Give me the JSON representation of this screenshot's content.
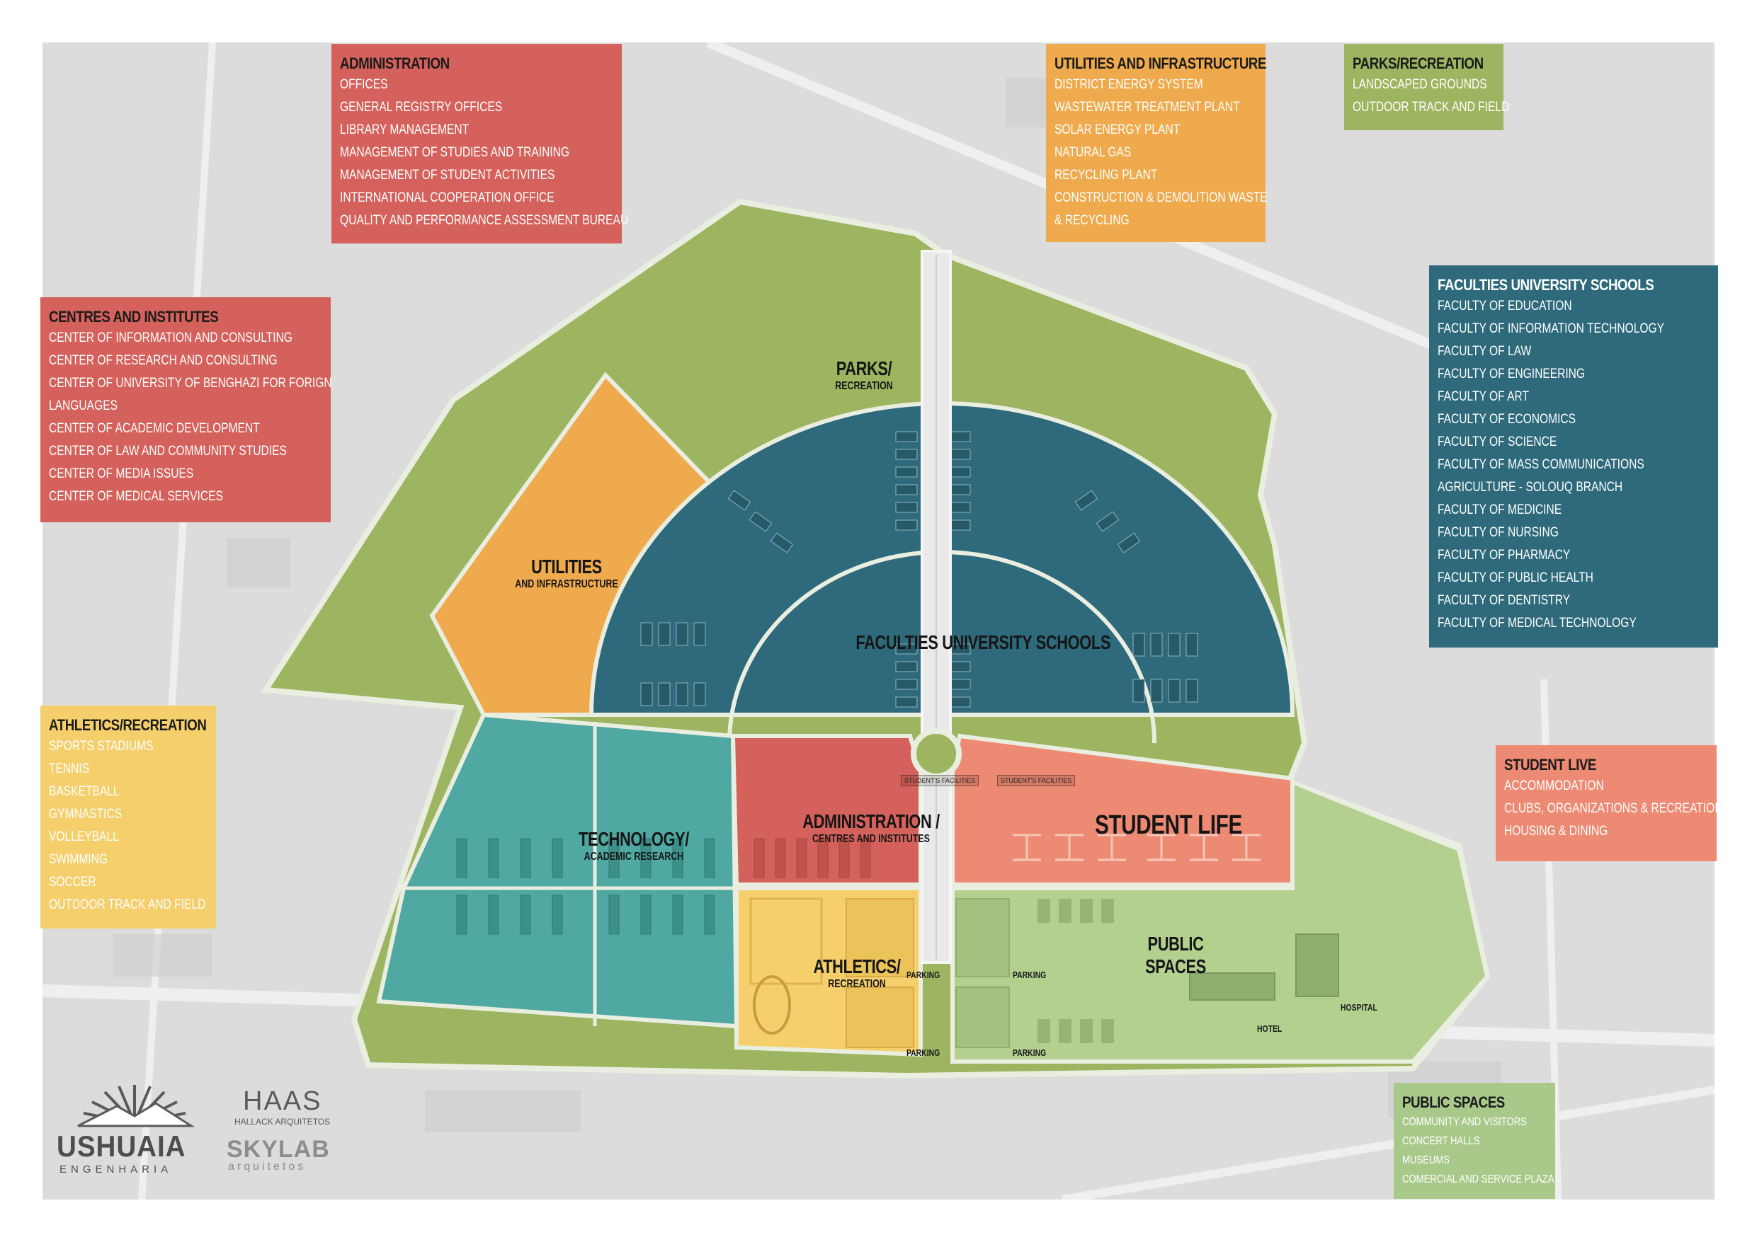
{
  "colors": {
    "admin_red": "#d4615b",
    "utilities_orange": "#efaa4e",
    "parks_green": "#9db560",
    "faculties_blue": "#2e6a7b",
    "student_life_salmon": "#ed8a73",
    "athletics_yellow": "#f5cf6c",
    "technology_teal": "#4fa8a1",
    "public_spaces_green": "#b3d08f",
    "legend_green": "#9db560",
    "legend_public": "#a9c98a",
    "legend_blue": "#2e6a7b"
  },
  "legends": {
    "administration": {
      "title": "ADMINISTRATION",
      "items": [
        "OFFICES",
        "GENERAL REGISTRY OFFICES",
        "LIBRARY MANAGEMENT",
        "MANAGEMENT OF STUDIES AND TRAINING",
        "MANAGEMENT OF STUDENT ACTIVITIES",
        "INTERNATIONAL COOPERATION OFFICE",
        "QUALITY AND PERFORMANCE ASSESSMENT BUREAU"
      ]
    },
    "utilities": {
      "title": "UTILITIES AND INFRASTRUCTURE",
      "items": [
        "DISTRICT ENERGY SYSTEM",
        "WASTEWATER TREATMENT PLANT",
        "SOLAR ENERGY PLANT",
        "NATURAL GAS",
        "RECYCLING PLANT",
        "CONSTRUCTION & DEMOLITION WASTE",
        "& RECYCLING"
      ]
    },
    "parks": {
      "title": "PARKS/RECREATION",
      "items": [
        "LANDSCAPED GROUNDS",
        "OUTDOOR TRACK AND FIELD"
      ]
    },
    "centres": {
      "title": "CENTRES AND INSTITUTES",
      "items": [
        "CENTER OF INFORMATION AND CONSULTING",
        "CENTER OF RESEARCH AND CONSULTING",
        "CENTER OF UNIVERSITY OF BENGHAZI FOR FORIGN",
        "LANGUAGES",
        "CENTER OF ACADEMIC DEVELOPMENT",
        "CENTER OF LAW AND COMMUNITY STUDIES",
        "CENTER OF MEDIA ISSUES",
        "CENTER OF MEDICAL SERVICES"
      ]
    },
    "faculties": {
      "title": "FACULTIES UNIVERSITY SCHOOLS",
      "items": [
        "FACULTY OF EDUCATION",
        "FACULTY OF INFORMATION TECHNOLOGY",
        "FACULTY OF LAW",
        "FACULTY OF ENGINEERING",
        "FACULTY OF ART",
        "FACULTY OF ECONOMICS",
        "FACULTY OF SCIENCE",
        "FACULTY OF MASS COMMUNICATIONS",
        "AGRICULTURE - SOLOUQ BRANCH",
        "FACULTY OF MEDICINE",
        "FACULTY OF NURSING",
        "FACULTY OF PHARMACY",
        "FACULTY OF PUBLIC HEALTH",
        "FACULTY OF DENTISTRY",
        "FACULTY OF MEDICAL TECHNOLOGY"
      ]
    },
    "athletics": {
      "title": "ATHLETICS/RECREATION",
      "items": [
        "SPORTS STADIUMS",
        "TENNIS",
        "BASKETBALL",
        "GYMNASTICS",
        "VOLLEYBALL",
        "SWIMMING",
        "SOCCER",
        "OUTDOOR TRACK AND FIELD"
      ]
    },
    "student_live": {
      "title": "STUDENT LIVE",
      "items": [
        "ACCOMMODATION",
        "CLUBS, ORGANIZATIONS & RECREATION",
        "HOUSING & DINING"
      ]
    },
    "public_spaces": {
      "title": "PUBLIC SPACES",
      "items": [
        "COMMUNITY AND VISITORS",
        "CONCERT HALLS",
        "MUSEUMS",
        "COMERCIAL AND SERVICE PLAZA"
      ]
    }
  },
  "zones": {
    "parks": {
      "title": "PARKS/",
      "subtitle": "RECREATION"
    },
    "utilities": {
      "title": "UTILITIES",
      "subtitle": "AND INFRASTRUCTURE"
    },
    "faculties": {
      "title": "FACULTIES UNIVERSITY SCHOOLS"
    },
    "technology": {
      "title": "TECHNOLOGY/",
      "subtitle": "ACADEMIC RESEARCH"
    },
    "administration": {
      "title": "ADMINISTRATION /",
      "subtitle": "CENTRES AND INSTITUTES"
    },
    "student_life": {
      "title": "STUDENT LIFE"
    },
    "athletics": {
      "title": "ATHLETICS/",
      "subtitle": "RECREATION"
    },
    "public_spaces": {
      "title": "PUBLIC",
      "title2": "SPACES"
    }
  },
  "facility_labels": {
    "students_facilities": "STUDENT'S FACILITIES",
    "parking": "PARKING",
    "hotel": "HOTEL",
    "hospital": "HOSPITAL"
  },
  "logos": {
    "ushuaia_name": "USHUAIA",
    "ushuaia_sub": "ENGENHARIA",
    "haas_name": "HAAS",
    "haas_sub": "HALLACK ARQUITETOS",
    "skylab_name": "SKYLAB",
    "skylab_sub": "arquitetos"
  }
}
